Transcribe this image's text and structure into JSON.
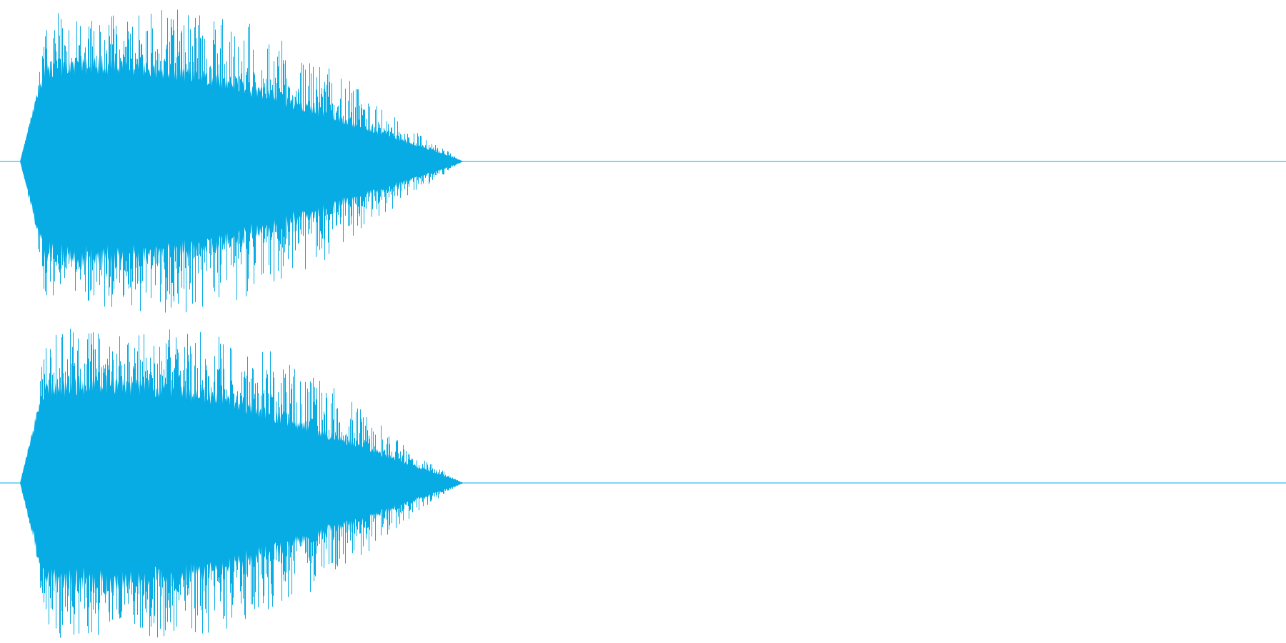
{
  "waveform": {
    "color": "#06ace3",
    "background": "#ffffff",
    "channels": [
      {
        "name": "",
        "peak_envelope": [
          [
            0.0,
            0.0
          ],
          [
            0.01,
            0.1
          ],
          [
            0.014,
            0.55
          ],
          [
            0.018,
            0.82
          ],
          [
            0.024,
            0.96
          ],
          [
            0.04,
            0.88
          ],
          [
            0.08,
            0.92
          ],
          [
            0.12,
            0.96
          ],
          [
            0.15,
            0.93
          ],
          [
            0.18,
            0.88
          ],
          [
            0.2,
            0.8
          ],
          [
            0.22,
            0.7
          ],
          [
            0.24,
            0.62
          ],
          [
            0.26,
            0.52
          ],
          [
            0.28,
            0.38
          ],
          [
            0.3,
            0.26
          ],
          [
            0.32,
            0.16
          ],
          [
            0.335,
            0.08
          ],
          [
            0.345,
            0.02
          ],
          [
            0.35,
            0.0
          ]
        ],
        "body_envelope": [
          [
            0.0,
            0.0
          ],
          [
            0.012,
            0.4
          ],
          [
            0.02,
            0.62
          ],
          [
            0.06,
            0.66
          ],
          [
            0.12,
            0.62
          ],
          [
            0.16,
            0.55
          ],
          [
            0.2,
            0.44
          ],
          [
            0.24,
            0.33
          ],
          [
            0.28,
            0.21
          ],
          [
            0.31,
            0.12
          ],
          [
            0.335,
            0.05
          ],
          [
            0.35,
            0.0
          ]
        ]
      },
      {
        "name": "",
        "peak_envelope": [
          [
            0.0,
            0.0
          ],
          [
            0.01,
            0.12
          ],
          [
            0.014,
            0.6
          ],
          [
            0.02,
            0.86
          ],
          [
            0.03,
            0.98
          ],
          [
            0.06,
            0.95
          ],
          [
            0.1,
            0.97
          ],
          [
            0.14,
            0.95
          ],
          [
            0.17,
            0.9
          ],
          [
            0.2,
            0.82
          ],
          [
            0.22,
            0.72
          ],
          [
            0.245,
            0.62
          ],
          [
            0.265,
            0.5
          ],
          [
            0.285,
            0.36
          ],
          [
            0.305,
            0.24
          ],
          [
            0.32,
            0.15
          ],
          [
            0.335,
            0.07
          ],
          [
            0.345,
            0.02
          ],
          [
            0.35,
            0.0
          ]
        ],
        "body_envelope": [
          [
            0.0,
            0.0
          ],
          [
            0.012,
            0.42
          ],
          [
            0.02,
            0.64
          ],
          [
            0.06,
            0.68
          ],
          [
            0.12,
            0.64
          ],
          [
            0.16,
            0.57
          ],
          [
            0.2,
            0.46
          ],
          [
            0.24,
            0.34
          ],
          [
            0.28,
            0.22
          ],
          [
            0.31,
            0.12
          ],
          [
            0.335,
            0.05
          ],
          [
            0.35,
            0.0
          ]
        ]
      }
    ]
  }
}
